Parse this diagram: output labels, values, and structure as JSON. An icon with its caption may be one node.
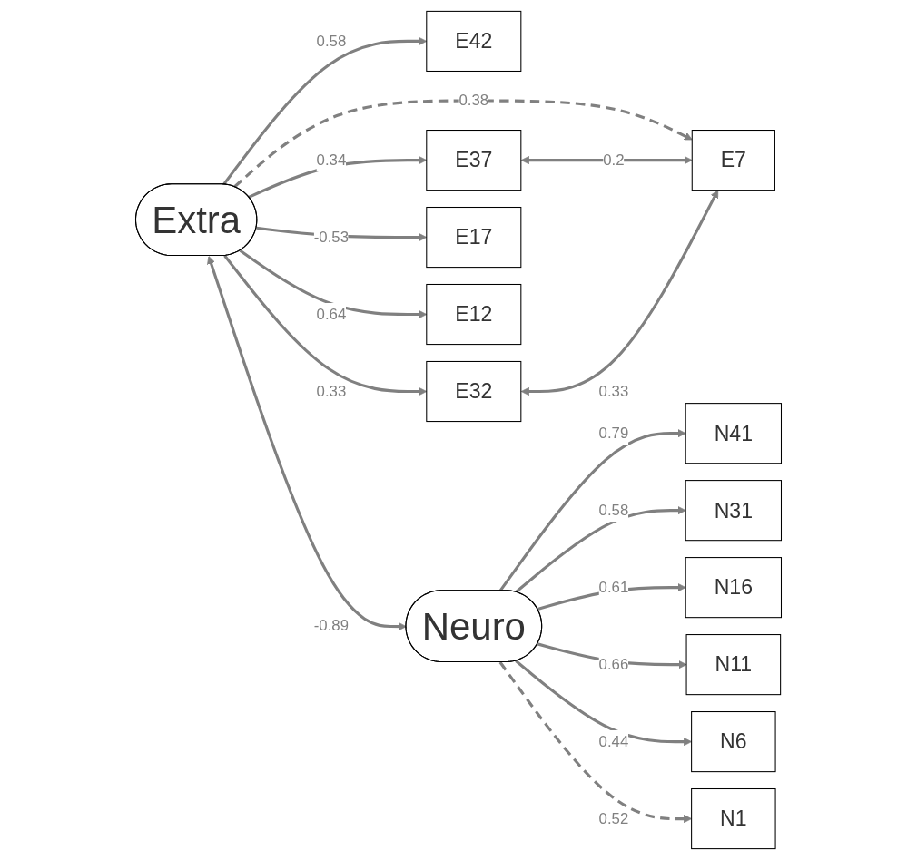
{
  "diagram": {
    "nodes": [
      {
        "text": [
          "Extra"
        ]
      },
      {
        "text": [
          "E42"
        ]
      },
      {
        "text": [
          "E37"
        ]
      },
      {
        "text": [
          "E32"
        ]
      },
      {
        "text": [
          "E17"
        ]
      },
      {
        "text": [
          "E12"
        ]
      },
      {
        "text": [
          "E7"
        ]
      },
      {
        "text": [
          "Neuro"
        ]
      },
      {
        "text": [
          "N41"
        ]
      },
      {
        "text": [
          "N31"
        ]
      },
      {
        "text": [
          "N16"
        ]
      },
      {
        "text": [
          "N11"
        ]
      },
      {
        "text": [
          "N6"
        ]
      },
      {
        "text": [
          "N1"
        ]
      }
    ],
    "edges": [
      {
        "from": 0,
        "to": 1,
        "arrow": "to",
        "label": "0.58"
      },
      {
        "from": 0,
        "to": 2,
        "arrow": "to",
        "label": "0.34"
      },
      {
        "from": 0,
        "to": 3,
        "arrow": "to",
        "label": "0.33"
      },
      {
        "from": 0,
        "to": 4,
        "arrow": "to",
        "label": "-0.53"
      },
      {
        "from": 0,
        "to": 5,
        "arrow": "to",
        "label": "0.64"
      },
      {
        "from": 0,
        "to": 6,
        "arrow": "to",
        "label": "0.38",
        "style": "dashed"
      },
      {
        "from": 2,
        "to": 6,
        "arrow": "both",
        "label": "0.2"
      },
      {
        "from": 3,
        "to": 6,
        "arrow": "both",
        "label": "0.33"
      },
      {
        "from": 0,
        "to": 7,
        "arrow": "both",
        "label": "-0.89"
      },
      {
        "from": 7,
        "to": 8,
        "arrow": "to",
        "label": "0.79"
      },
      {
        "from": 7,
        "to": 9,
        "arrow": "to",
        "label": "0.58"
      },
      {
        "from": 7,
        "to": 10,
        "arrow": "to",
        "label": "0.61"
      },
      {
        "from": 7,
        "to": 11,
        "arrow": "to",
        "label": "0.66"
      },
      {
        "from": 7,
        "to": 12,
        "arrow": "to",
        "label": "0.44"
      },
      {
        "from": 7,
        "to": 13,
        "arrow": "to",
        "label": "0.52",
        "style": "dashed"
      }
    ]
  }
}
